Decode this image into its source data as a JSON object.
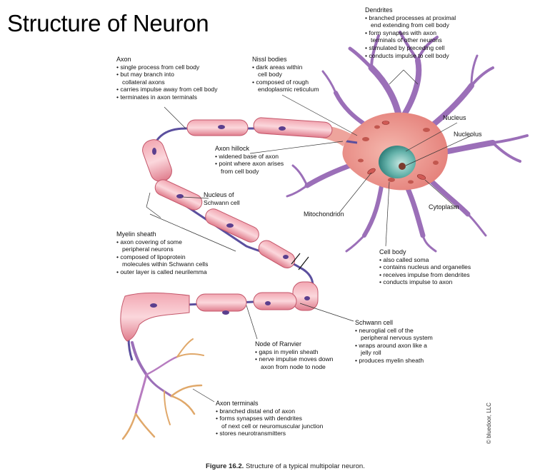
{
  "title": "Structure of Neuron",
  "caption": {
    "figure": "Figure 16.2.",
    "text": " Structure of a typical multipolar neuron."
  },
  "copyright": "© bluedoor, LLC",
  "colors": {
    "axon": "#5b4f9e",
    "myelin": "#e88e9b",
    "myelin_light": "#f7c9cf",
    "cell_body": "#e9958d",
    "dendrite": "#9b6fb8",
    "nucleus": "#3d8f8a",
    "terminal": "#e0a86a",
    "leader": "#333333"
  },
  "labels": {
    "dendrites": {
      "heading": "Dendrites",
      "bullets": [
        "• branched processes at proximal",
        "end extending from cell body",
        "• form synapses with axon",
        "terminals of other neurons",
        "• stimulated by preceding cell",
        "• conducts impulse to cell body"
      ]
    },
    "axon": {
      "heading": "Axon",
      "bullets": [
        "• single process from cell body",
        "• but may branch into",
        "collateral axons",
        "• carries impulse away from cell body",
        "• terminates in axon terminals"
      ]
    },
    "nissl": {
      "heading": "Nissl bodies",
      "bullets": [
        "• dark areas within",
        "cell body",
        "• composed of rough",
        "endoplasmic reticulum"
      ]
    },
    "nucleus": {
      "heading": "Nucleus"
    },
    "nucleolus": {
      "heading": "Nucleolus"
    },
    "axon_hillock": {
      "heading": "Axon hillock",
      "bullets": [
        "• widened base of axon",
        "• point where axon arises",
        "from cell body"
      ]
    },
    "schwann_nucleus": {
      "heading": "Nucleus of",
      "line2": "Schwann cell"
    },
    "cytoplasm": {
      "heading": "Cytoplasm"
    },
    "mitochondrion": {
      "heading": "Mitochondrion"
    },
    "myelin": {
      "heading": "Myelin sheath",
      "bullets": [
        "• axon covering of some",
        "peripheral neurons",
        "• composed of lipoprotein",
        "molecules within Schwann cells",
        "• outer layer is called neurilemma"
      ]
    },
    "cell_body": {
      "heading": "Cell body",
      "bullets": [
        "• also called soma",
        "• contains nucleus and organelles",
        "• receives impulse from dendrites",
        "• conducts impulse to axon"
      ]
    },
    "schwann_cell": {
      "heading": "Schwann cell",
      "bullets": [
        "• neuroglial cell of the",
        "peripheral nervous system",
        "• wraps around axon like a",
        "jelly roll",
        "• produces myelin sheath"
      ]
    },
    "ranvier": {
      "heading": "Node of Ranvier",
      "bullets": [
        "• gaps in myelin sheath",
        "• nerve impulse moves down",
        "axon from node to node"
      ]
    },
    "terminals": {
      "heading": "Axon terminals",
      "bullets": [
        "• branched distal end of axon",
        "• forms synapses with dendrites",
        "of next cell or neuromuscular junction",
        "• stores neurotransmitters"
      ]
    }
  }
}
